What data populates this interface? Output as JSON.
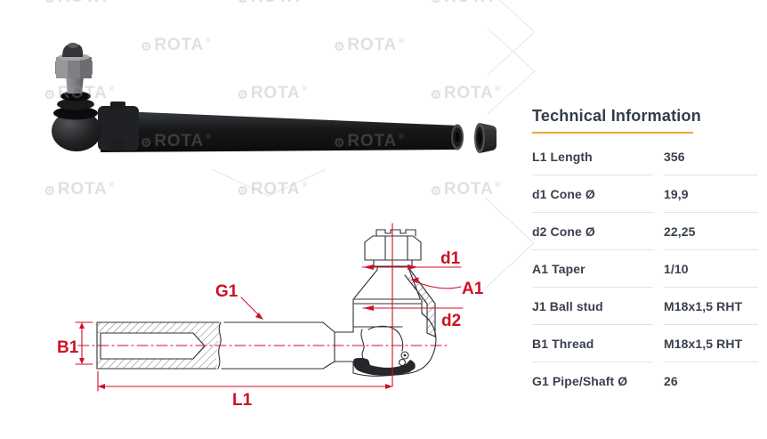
{
  "palette": {
    "accent_orange": "#E9A63A",
    "dimension_red": "#CE1126",
    "text_dark": "#343C49",
    "divider_gray": "#E4E4E4",
    "watermark_gray": "#9A9A9A",
    "drawing_line": "#2F3136",
    "product_black": "#1A1B1D"
  },
  "watermark": {
    "gear_glyph": "⚙",
    "text": "ROTA",
    "registered_mark": "®"
  },
  "diagram": {
    "labels": {
      "g1": "G1",
      "b1": "B1",
      "l1": "L1",
      "d1": "d1",
      "a1": "A1",
      "d2": "d2"
    }
  },
  "technical_info": {
    "title": "Technical Information",
    "rows": [
      {
        "label": "L1 Length",
        "value": "356"
      },
      {
        "label": "d1 Cone Ø",
        "value": "19,9"
      },
      {
        "label": "d2 Cone Ø",
        "value": "22,25"
      },
      {
        "label": "A1 Taper",
        "value": "1/10"
      },
      {
        "label": "J1 Ball stud",
        "value": "M18x1,5 RHT"
      },
      {
        "label": "B1 Thread",
        "value": "M18x1,5 RHT"
      },
      {
        "label": "G1 Pipe/Shaft Ø",
        "value": "26"
      }
    ]
  }
}
